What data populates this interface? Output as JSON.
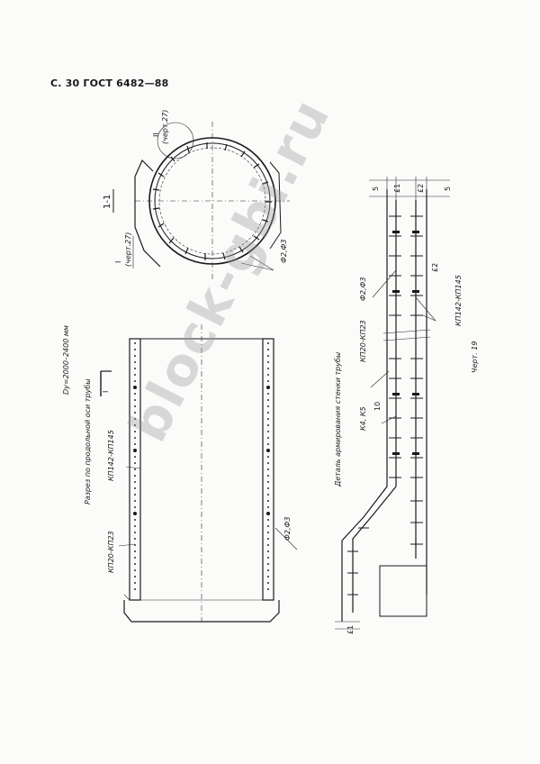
{
  "header": {
    "page_ref": "С. 30 ГОСТ 6482—88"
  },
  "drawing": {
    "diameter_range": "Dy=2000–2400 мм",
    "longitudinal_section_title": "Разрез по продольной оси трубы",
    "section_mark": "1-1",
    "section_cut_label": "I",
    "detail_title": "Деталь армирования стенки трубы",
    "figure_label": "Черт. 19",
    "labels": {
      "kp20_kp23": "КП20-КП23",
      "kp142_kp145": "КП142-КП145",
      "phi2_phi3": "Ф2,Ф3",
      "k4_k5": "К4, К5",
      "dim_10": "10",
      "dim_5": "5",
      "dim_e1": "£1",
      "dim_e2": "£2",
      "cut_I": "I",
      "cut_II": "II",
      "ref_cher27": "(черт.27)"
    }
  },
  "watermark": {
    "text": "block-gbi.ru"
  }
}
